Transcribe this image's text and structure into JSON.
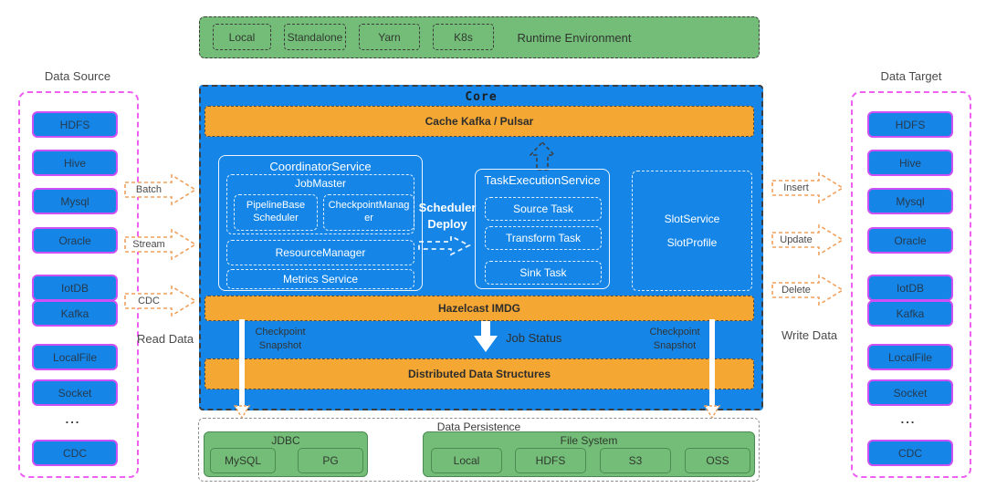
{
  "runtime": {
    "label": "Runtime Environment",
    "items": [
      "Local",
      "Standalone",
      "Yarn",
      "K8s"
    ]
  },
  "data_source": {
    "title": "Data Source",
    "items": [
      "HDFS",
      "Hive",
      "Mysql",
      "Oracle",
      "IotDB",
      "Kafka",
      "LocalFile",
      "Socket",
      "...",
      "CDC"
    ]
  },
  "data_target": {
    "title": "Data Target",
    "items": [
      "HDFS",
      "Hive",
      "Mysql",
      "Oracle",
      "IotDB",
      "Kafka",
      "LocalFile",
      "Socket",
      "...",
      "CDC"
    ]
  },
  "left_flow": {
    "arrows": [
      "Batch",
      "Stream",
      "CDC"
    ],
    "label": "Read Data"
  },
  "right_flow": {
    "arrows": [
      "Insert",
      "Update",
      "Delete"
    ],
    "label": "Write Data"
  },
  "core": {
    "title": "Core",
    "cache_bar": "Cache Kafka / Pulsar",
    "coordinator": {
      "title": "CoordinatorService",
      "job_master": {
        "title": "JobMaster",
        "children": [
          "PipelineBase Scheduler",
          "CheckpointManager"
        ]
      },
      "resource_manager": "ResourceManager",
      "metrics_service": "Metrics Service"
    },
    "scheduler_deploy": "Scheduler Deploy",
    "task_execution": {
      "title": "TaskExecutionService",
      "tasks": [
        "Source Task",
        "Transform Task",
        "Sink Task"
      ]
    },
    "slot": {
      "service": "SlotService",
      "profile": "SlotProfile"
    },
    "hazelcast_bar": "Hazelcast IMDG",
    "checkpoint_snapshot_left": "Checkpoint Snapshot",
    "checkpoint_snapshot_right": "Checkpoint Snapshot",
    "job_status": "Job Status",
    "dds_bar": "Distributed Data Structures"
  },
  "persistence": {
    "title": "Data Persistence",
    "jdbc": {
      "title": "JDBC",
      "items": [
        "MySQL",
        "PG"
      ]
    },
    "file_system": {
      "title": "File System",
      "items": [
        "Local",
        "HDFS",
        "S3",
        "OSS"
      ]
    }
  },
  "colors": {
    "blue": "#1586E8",
    "orange": "#F5A733",
    "green": "#74BD78",
    "greenb": "#4C8A52",
    "magenta": "#CE4FF5",
    "pink": "#EE5FF2",
    "arrowo": "#F0A05C",
    "navy": "#26394D"
  }
}
